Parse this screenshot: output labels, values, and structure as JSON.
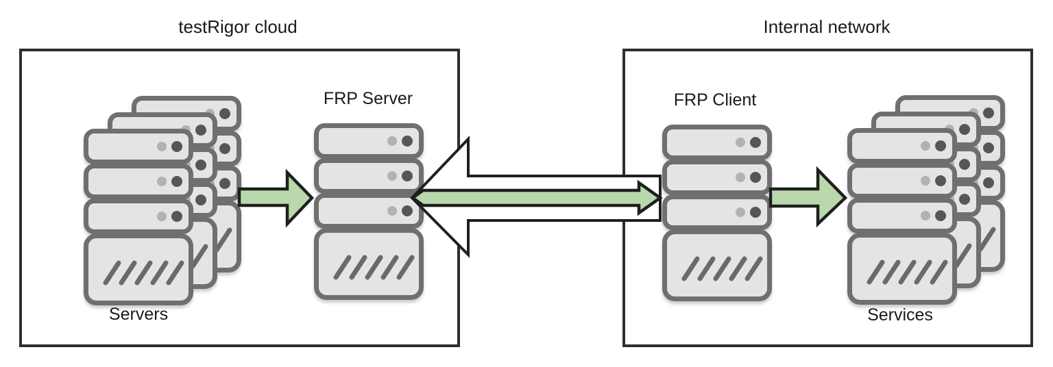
{
  "colors": {
    "arrow-green": "#b9d9ac",
    "arrow-outline": "#1f1f1f",
    "box-border": "#2e2e2e",
    "server-fill": "#e4e4e4",
    "server-border": "#6f6f6f",
    "server-dot-light": "#b2b2b2",
    "server-dot-dark": "#565656",
    "server-slash": "#6a6a6a",
    "text": "#1a1a1a",
    "background": "#ffffff"
  },
  "diagram": {
    "left_box": {
      "title": "testRigor cloud",
      "servers_label": "Servers",
      "frp_server_label": "FRP Server"
    },
    "right_box": {
      "title": "Internal network",
      "frp_client_label": "FRP Client",
      "services_label": "Services"
    },
    "connections": [
      {
        "from": "Servers",
        "to": "FRP Server",
        "direction": "right",
        "style": "green-block-arrow"
      },
      {
        "from": "FRP Client",
        "to": "FRP Server",
        "direction": "left",
        "style": "white-block-arrow"
      },
      {
        "from": "FRP Server",
        "to": "FRP Client",
        "direction": "right",
        "style": "green-block-arrow"
      },
      {
        "from": "FRP Client",
        "to": "Services",
        "direction": "right",
        "style": "green-block-arrow"
      }
    ]
  }
}
